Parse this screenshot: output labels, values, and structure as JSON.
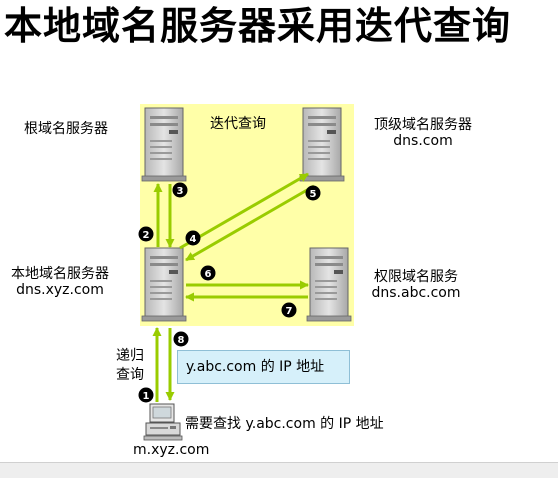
{
  "title": "本地域名服务器采用迭代查询",
  "iterative_label": "迭代查询",
  "root_server": {
    "label": "根域名服务器"
  },
  "tld_server": {
    "label": "顶级域名服务器",
    "host": "dns.com"
  },
  "local_server": {
    "label": "本地域名服务器",
    "host": "dns.xyz.com"
  },
  "auth_server": {
    "label": "权限域名服务",
    "host": "dns.abc.com"
  },
  "recursive_label": {
    "line1": "递归",
    "line2": "查询"
  },
  "answer_box": "y.abc.com 的 IP 地址",
  "client": {
    "caption": "需要查找 y.abc.com 的 IP 地址",
    "host": "m.xyz.com"
  },
  "steps": [
    "1",
    "2",
    "3",
    "4",
    "5",
    "6",
    "7",
    "8"
  ],
  "colors": {
    "highlight": "#ffffa8",
    "arrow": "#99cc00",
    "answer_bg": "#d6f0fa"
  }
}
